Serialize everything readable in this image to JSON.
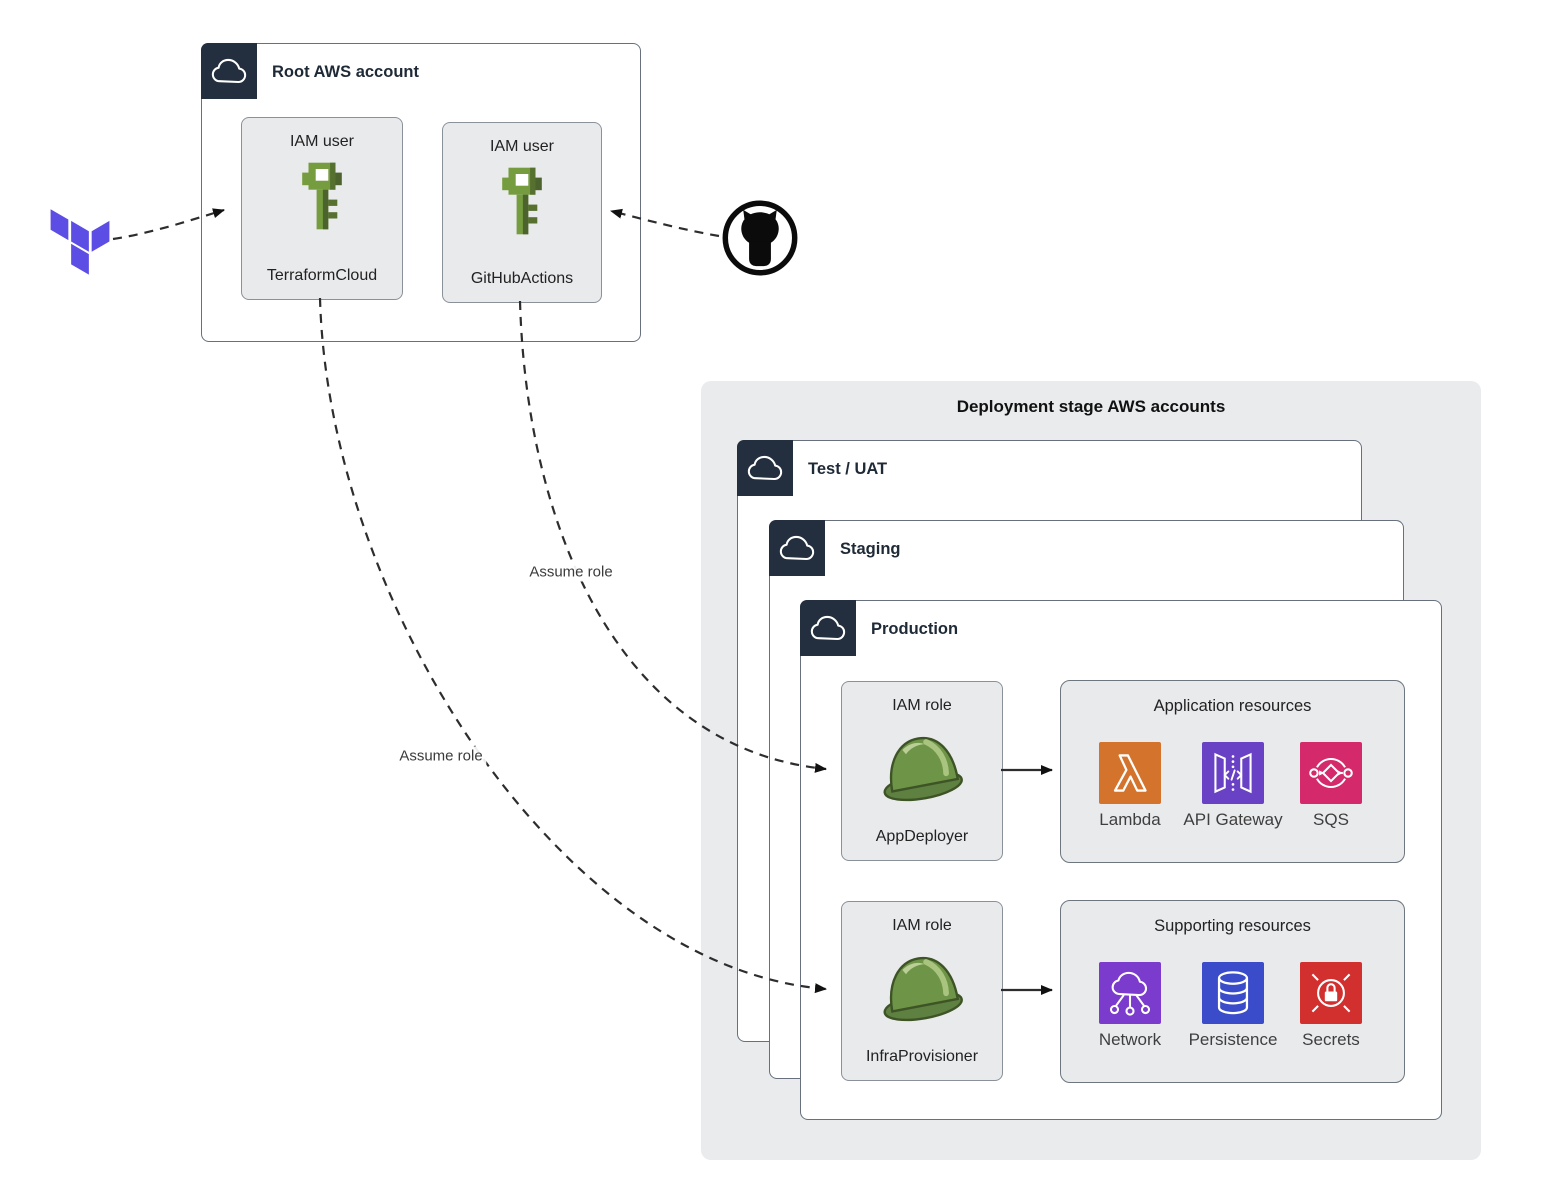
{
  "diagram": {
    "root_account": {
      "title": "Root AWS account",
      "users": [
        {
          "type_label": "IAM user",
          "name": "TerraformCloud",
          "icon": "iam-key-icon"
        },
        {
          "type_label": "IAM user",
          "name": "GitHubActions",
          "icon": "iam-key-icon"
        }
      ]
    },
    "external": {
      "terraform_icon": "terraform-logo",
      "github_icon": "github-logo"
    },
    "deployment": {
      "title": "Deployment stage AWS accounts",
      "accounts": [
        "Test / UAT",
        "Staging",
        "Production"
      ],
      "production": {
        "roles": [
          {
            "type_label": "IAM role",
            "name": "AppDeployer",
            "icon": "hard-hat-icon"
          },
          {
            "type_label": "IAM role",
            "name": "InfraProvisioner",
            "icon": "hard-hat-icon"
          }
        ],
        "resource_groups": [
          {
            "title": "Application resources",
            "services": [
              {
                "label": "Lambda",
                "color": "#d3732c",
                "icon": "lambda-icon"
              },
              {
                "label": "API Gateway",
                "color": "#6941c4",
                "icon": "api-gateway-icon"
              },
              {
                "label": "SQS",
                "color": "#d4296b",
                "icon": "sqs-icon"
              }
            ]
          },
          {
            "title": "Supporting resources",
            "services": [
              {
                "label": "Network",
                "color": "#7b3bcc",
                "icon": "network-icon"
              },
              {
                "label": "Persistence",
                "color": "#3a4cc9",
                "icon": "database-icon"
              },
              {
                "label": "Secrets",
                "color": "#d22f2f",
                "icon": "secrets-lock-icon"
              }
            ]
          }
        ]
      }
    },
    "connections": [
      {
        "label": "Assume role"
      },
      {
        "label": "Assume role"
      }
    ],
    "colors": {
      "account_header": "#232f3e",
      "card_fill": "#e9eaec",
      "container_fill": "#e9ebed",
      "iam_green": "#759c3e",
      "iam_green_dark": "#4c632d",
      "helmet_green": "#6e9547",
      "terraform_purple": "#5c4ee5",
      "github_black": "#0b0b0b",
      "connector": "#2d2d2d"
    }
  }
}
